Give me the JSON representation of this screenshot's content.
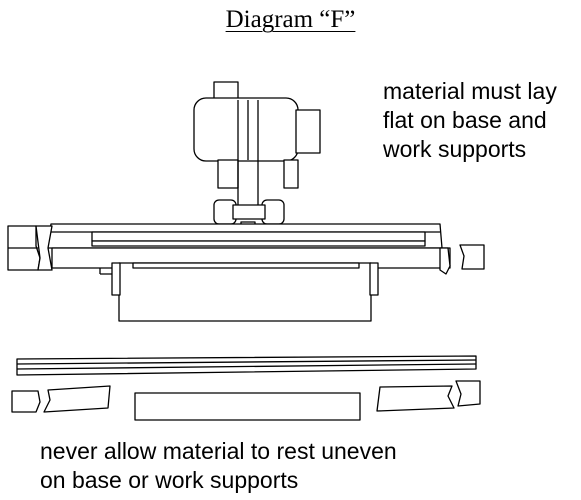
{
  "diagram": {
    "title": "Diagram “F”",
    "note_top": [
      "material must lay",
      "flat on base and",
      "work supports"
    ],
    "note_bottom": [
      "never allow material to rest uneven",
      "on base or work supports"
    ]
  }
}
